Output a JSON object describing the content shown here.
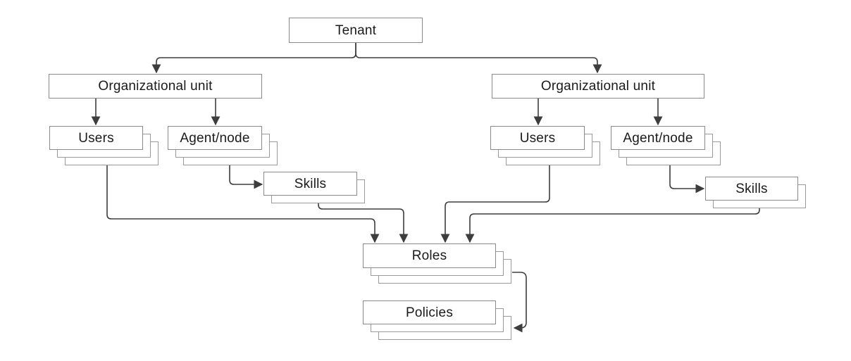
{
  "nodes": {
    "tenant": {
      "label": "Tenant"
    },
    "org_unit_left": {
      "label": "Organizational unit"
    },
    "org_unit_right": {
      "label": "Organizational unit"
    },
    "users_left": {
      "label": "Users"
    },
    "agent_node_left": {
      "label": "Agent/node"
    },
    "skills_left": {
      "label": "Skills"
    },
    "users_right": {
      "label": "Users"
    },
    "agent_node_right": {
      "label": "Agent/node"
    },
    "skills_right": {
      "label": "Skills"
    },
    "roles": {
      "label": "Roles"
    },
    "policies": {
      "label": "Policies"
    }
  },
  "edges": [
    {
      "from": "tenant",
      "to": "org_unit_left"
    },
    {
      "from": "tenant",
      "to": "org_unit_right"
    },
    {
      "from": "org_unit_left",
      "to": "users_left"
    },
    {
      "from": "org_unit_left",
      "to": "agent_node_left"
    },
    {
      "from": "org_unit_right",
      "to": "users_right"
    },
    {
      "from": "org_unit_right",
      "to": "agent_node_right"
    },
    {
      "from": "agent_node_left",
      "to": "skills_left"
    },
    {
      "from": "agent_node_right",
      "to": "skills_right"
    },
    {
      "from": "users_left",
      "to": "roles"
    },
    {
      "from": "skills_left",
      "to": "roles"
    },
    {
      "from": "users_right",
      "to": "roles"
    },
    {
      "from": "skills_right",
      "to": "roles"
    },
    {
      "from": "roles",
      "to": "policies"
    }
  ],
  "colors": {
    "background": "#ffffff",
    "box_fill": "#ffffff",
    "box_border": "#8a8a8a",
    "stack_shadow_border": "#9a9a9a",
    "connector": "#3d3d3d",
    "text": "#1a1a1a"
  }
}
